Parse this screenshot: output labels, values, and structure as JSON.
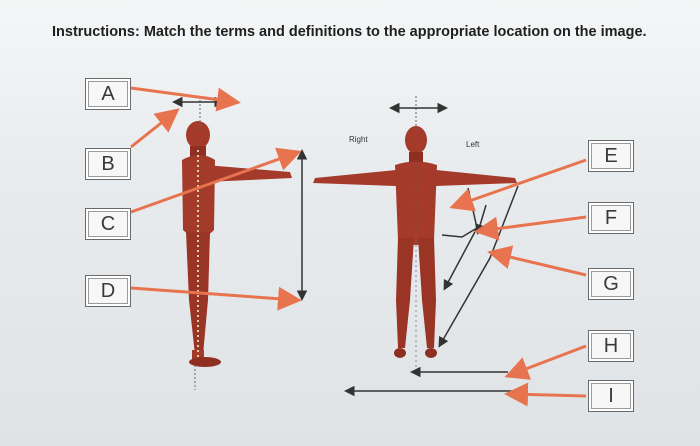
{
  "instructions": {
    "text": "Instructions: Match the terms and definitions to the appropriate location on the image."
  },
  "labels": {
    "a": "A",
    "b": "B",
    "c": "C",
    "d": "D",
    "e": "E",
    "f": "F",
    "g": "G",
    "h": "H",
    "i": "I"
  },
  "figure": {
    "right_label": "Right",
    "left_label": "Left"
  },
  "colors": {
    "arrow": "#e8734f",
    "muscle": "#a33a2a",
    "muscle_dark": "#6e2418"
  }
}
